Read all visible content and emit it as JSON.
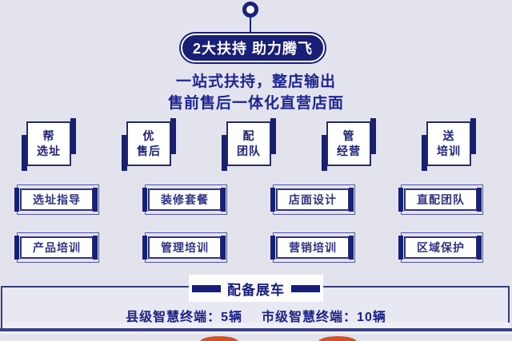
{
  "header": {
    "badge": "2大扶持 助力腾飞",
    "subtitle_line1": "一站式扶持，整店输出",
    "subtitle_line2": "售前售后一体化直营店面"
  },
  "pillars": [
    {
      "line1": "帮",
      "line2": "选址"
    },
    {
      "line1": "优",
      "line2": "售后"
    },
    {
      "line1": "配",
      "line2": "团队"
    },
    {
      "line1": "管",
      "line2": "经营"
    },
    {
      "line1": "送",
      "line2": "培训"
    }
  ],
  "support_tags": {
    "row1": [
      "选址指导",
      "装修套餐",
      "店面设计",
      "直配团队"
    ],
    "row2": [
      "产品培训",
      "管理培训",
      "营销培训",
      "区域保护"
    ]
  },
  "footer": {
    "title": "配备展车",
    "stat1": "县级智慧终端：5辆",
    "stat2": "市级智慧终端：10辆"
  },
  "colors": {
    "background": "#e2e3ed",
    "navy": "#191e76",
    "subtitle_blue": "#1e2493",
    "accent_red": "#cf5229",
    "white": "#ffffff"
  }
}
